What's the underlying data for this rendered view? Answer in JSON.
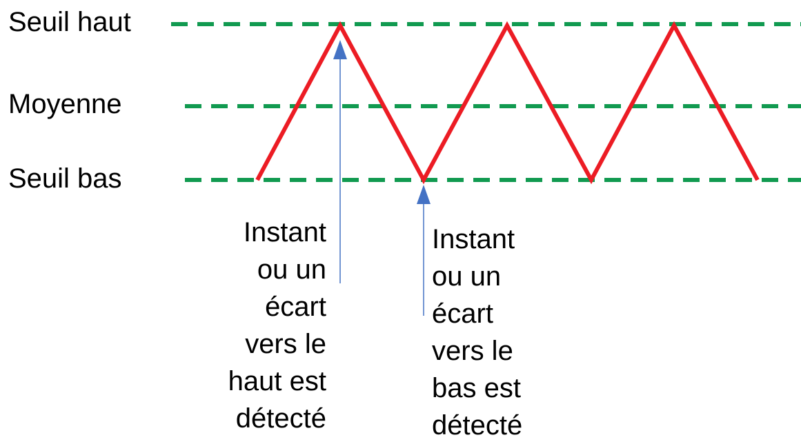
{
  "levels": {
    "high": "Seuil haut",
    "mean": "Moyenne",
    "low": "Seuil bas"
  },
  "annotations": {
    "upward_detection": [
      "Instant",
      "ou un",
      "écart",
      "vers le",
      "haut est",
      "détecté"
    ],
    "downward_detection": [
      "Instant",
      "ou un",
      "écart",
      "vers le",
      "bas est",
      "détecté"
    ]
  },
  "colors": {
    "threshold_lines": "#119a50",
    "signal": "#ec1c24",
    "markers": "#4472c4",
    "text": "#000000"
  }
}
